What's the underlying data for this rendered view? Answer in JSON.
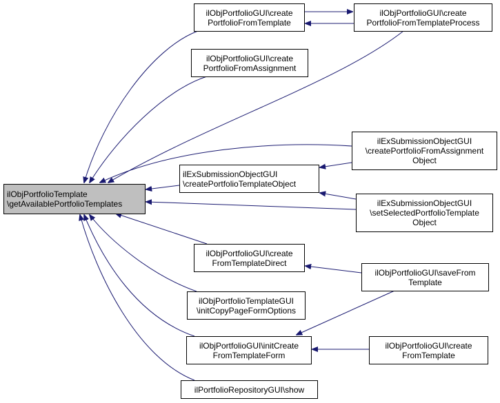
{
  "diagram": {
    "type": "call-graph",
    "edge_color": "#191970",
    "root_fill": "#bfbfbf",
    "nodes": {
      "root": {
        "label": "ilObjPortfolioTemplate\n\\getAvailablePortfolioTemplates"
      },
      "cpft": {
        "label": "ilObjPortfolioGUI\\create\nPortfolioFromTemplate"
      },
      "cpftp": {
        "label": "ilObjPortfolioGUI\\create\nPortfolioFromTemplateProcess"
      },
      "cpfa": {
        "label": "ilObjPortfolioGUI\\create\nPortfolioFromAssignment"
      },
      "excpfao": {
        "label": "ilExSubmissionObjectGUI\n\\createPortfolioFromAssignment\nObject"
      },
      "excpto": {
        "label": "ilExSubmissionObjectGUI\n\\createPortfolioTemplateObject"
      },
      "exsspto": {
        "label": "ilExSubmissionObjectGUI\n\\setSelectedPortfolioTemplate\nObject"
      },
      "cftd": {
        "label": "ilObjPortfolioGUI\\create\nFromTemplateDirect"
      },
      "sft": {
        "label": "ilObjPortfolioGUI\\saveFrom\nTemplate"
      },
      "icpfo": {
        "label": "ilObjPortfolioTemplateGUI\n\\initCopyPageFormOptions"
      },
      "icftf": {
        "label": "ilObjPortfolioGUI\\initCreate\nFromTemplateForm"
      },
      "cft": {
        "label": "ilObjPortfolioGUI\\create\nFromTemplate"
      },
      "show": {
        "label": "ilPortfolioRepositoryGUI\\show"
      }
    },
    "edges": [
      {
        "from": "cpft",
        "to": "root"
      },
      {
        "from": "cpfa",
        "to": "root"
      },
      {
        "from": "cpftp",
        "to": "root"
      },
      {
        "from": "excpfao",
        "to": "root"
      },
      {
        "from": "excpto",
        "to": "root"
      },
      {
        "from": "exsspto",
        "to": "root"
      },
      {
        "from": "cftd",
        "to": "root"
      },
      {
        "from": "icpfo",
        "to": "root"
      },
      {
        "from": "icftf",
        "to": "root"
      },
      {
        "from": "show",
        "to": "root"
      },
      {
        "from": "cpft",
        "to": "cpftp"
      },
      {
        "from": "cpftp",
        "to": "cpft"
      },
      {
        "from": "excpfao",
        "to": "excpto"
      },
      {
        "from": "exsspto",
        "to": "excpto"
      },
      {
        "from": "sft",
        "to": "cftd"
      },
      {
        "from": "sft",
        "to": "icftf"
      },
      {
        "from": "cft",
        "to": "icftf"
      }
    ]
  }
}
